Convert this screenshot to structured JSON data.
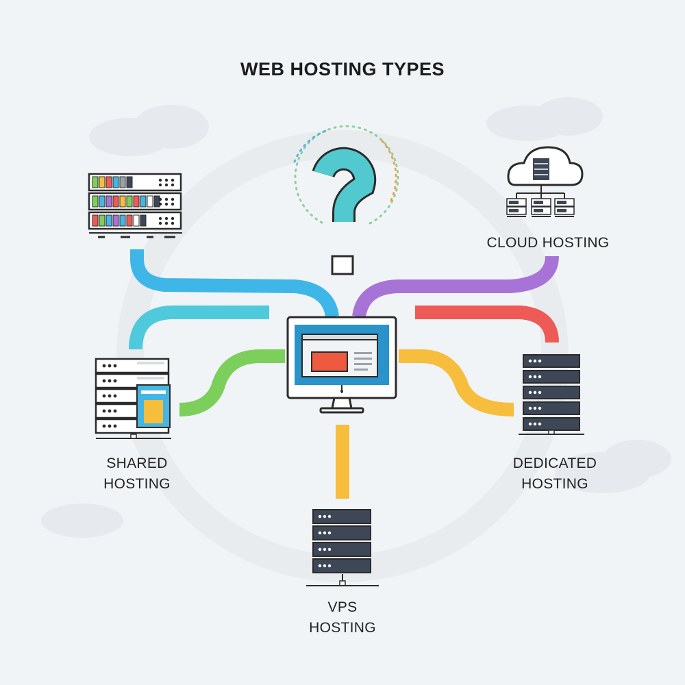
{
  "title": "WEB HOSTING TYPES",
  "colors": {
    "blue": "#3fb6e8",
    "cyan": "#4fc9dc",
    "purple": "#a873d6",
    "red": "#ee5a55",
    "green": "#7ccf5a",
    "yellow": "#f7bd3c",
    "question_teal": "#52c8cf",
    "outline": "#2b2b2b",
    "server_dark": "#3e4756"
  },
  "nodes": {
    "cloud": {
      "label": "CLOUD HOSTING",
      "icon": "cloud-server-icon"
    },
    "shared": {
      "label_line1": "SHARED",
      "label_line2": "HOSTING",
      "icon": "shared-server-icon"
    },
    "dedicated": {
      "label_line1": "DEDICATED",
      "label_line2": "HOSTING",
      "icon": "dedicated-server-icon"
    },
    "vps": {
      "label_line1": "VPS",
      "label_line2": "HOSTING",
      "icon": "vps-server-icon"
    },
    "rack": {
      "icon": "server-rack-icon"
    },
    "center": {
      "icon": "computer-monitor-icon"
    },
    "question": {
      "icon": "question-mark-icon"
    }
  }
}
